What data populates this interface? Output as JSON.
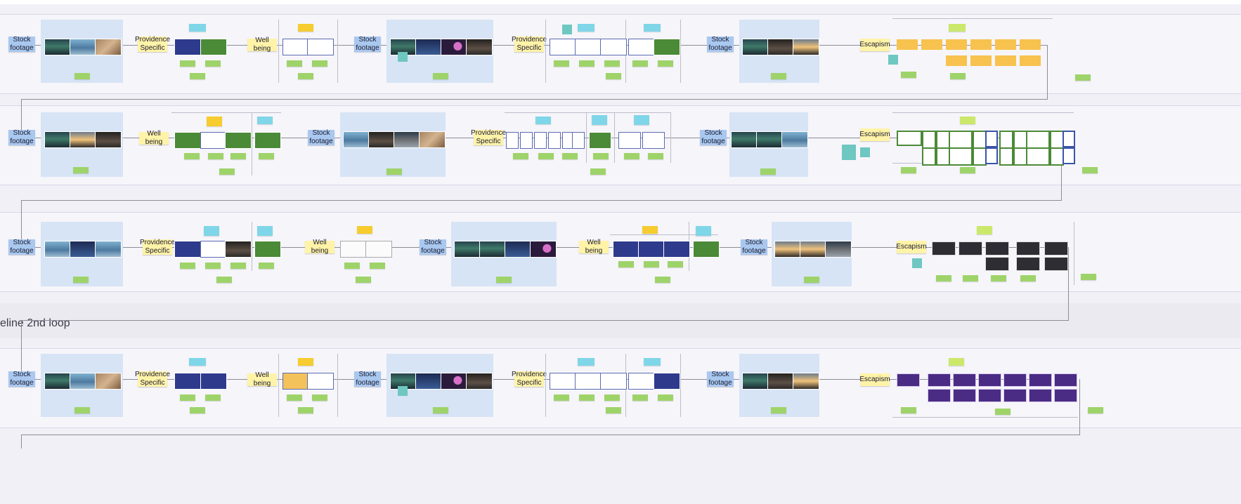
{
  "canvas": {
    "section_label": "eline 2nd loop",
    "colors": {
      "stock_blue": "#a9c8f0",
      "wellbeing_yellow": "#fff3a8",
      "sticky_green": "#9ed36a"
    }
  },
  "labels": {
    "stock": "Stock footage",
    "providence": "Providence Specific",
    "wellbeing": "Well being",
    "escapism": "Escapism"
  },
  "rows": [
    {
      "row": 1,
      "nodes": [
        "Stock footage",
        "Providence Specific",
        "Well being",
        "Stock footage",
        "Providence Specific",
        "Stock footage",
        "Escapism"
      ]
    },
    {
      "row": 2,
      "nodes": [
        "Stock footage",
        "Well being",
        "Stock footage",
        "Providence Specific",
        "Stock footage",
        "Escapism"
      ]
    },
    {
      "row": 3,
      "nodes": [
        "Stock footage",
        "Providence Specific",
        "Well being",
        "Stock footage",
        "Well being",
        "Stock footage",
        "Escapism"
      ]
    },
    {
      "row": 4,
      "nodes": [
        "Stock footage",
        "Providence Specific",
        "Well being",
        "Stock footage",
        "Providence Specific",
        "Stock footage",
        "Escapism"
      ]
    }
  ]
}
